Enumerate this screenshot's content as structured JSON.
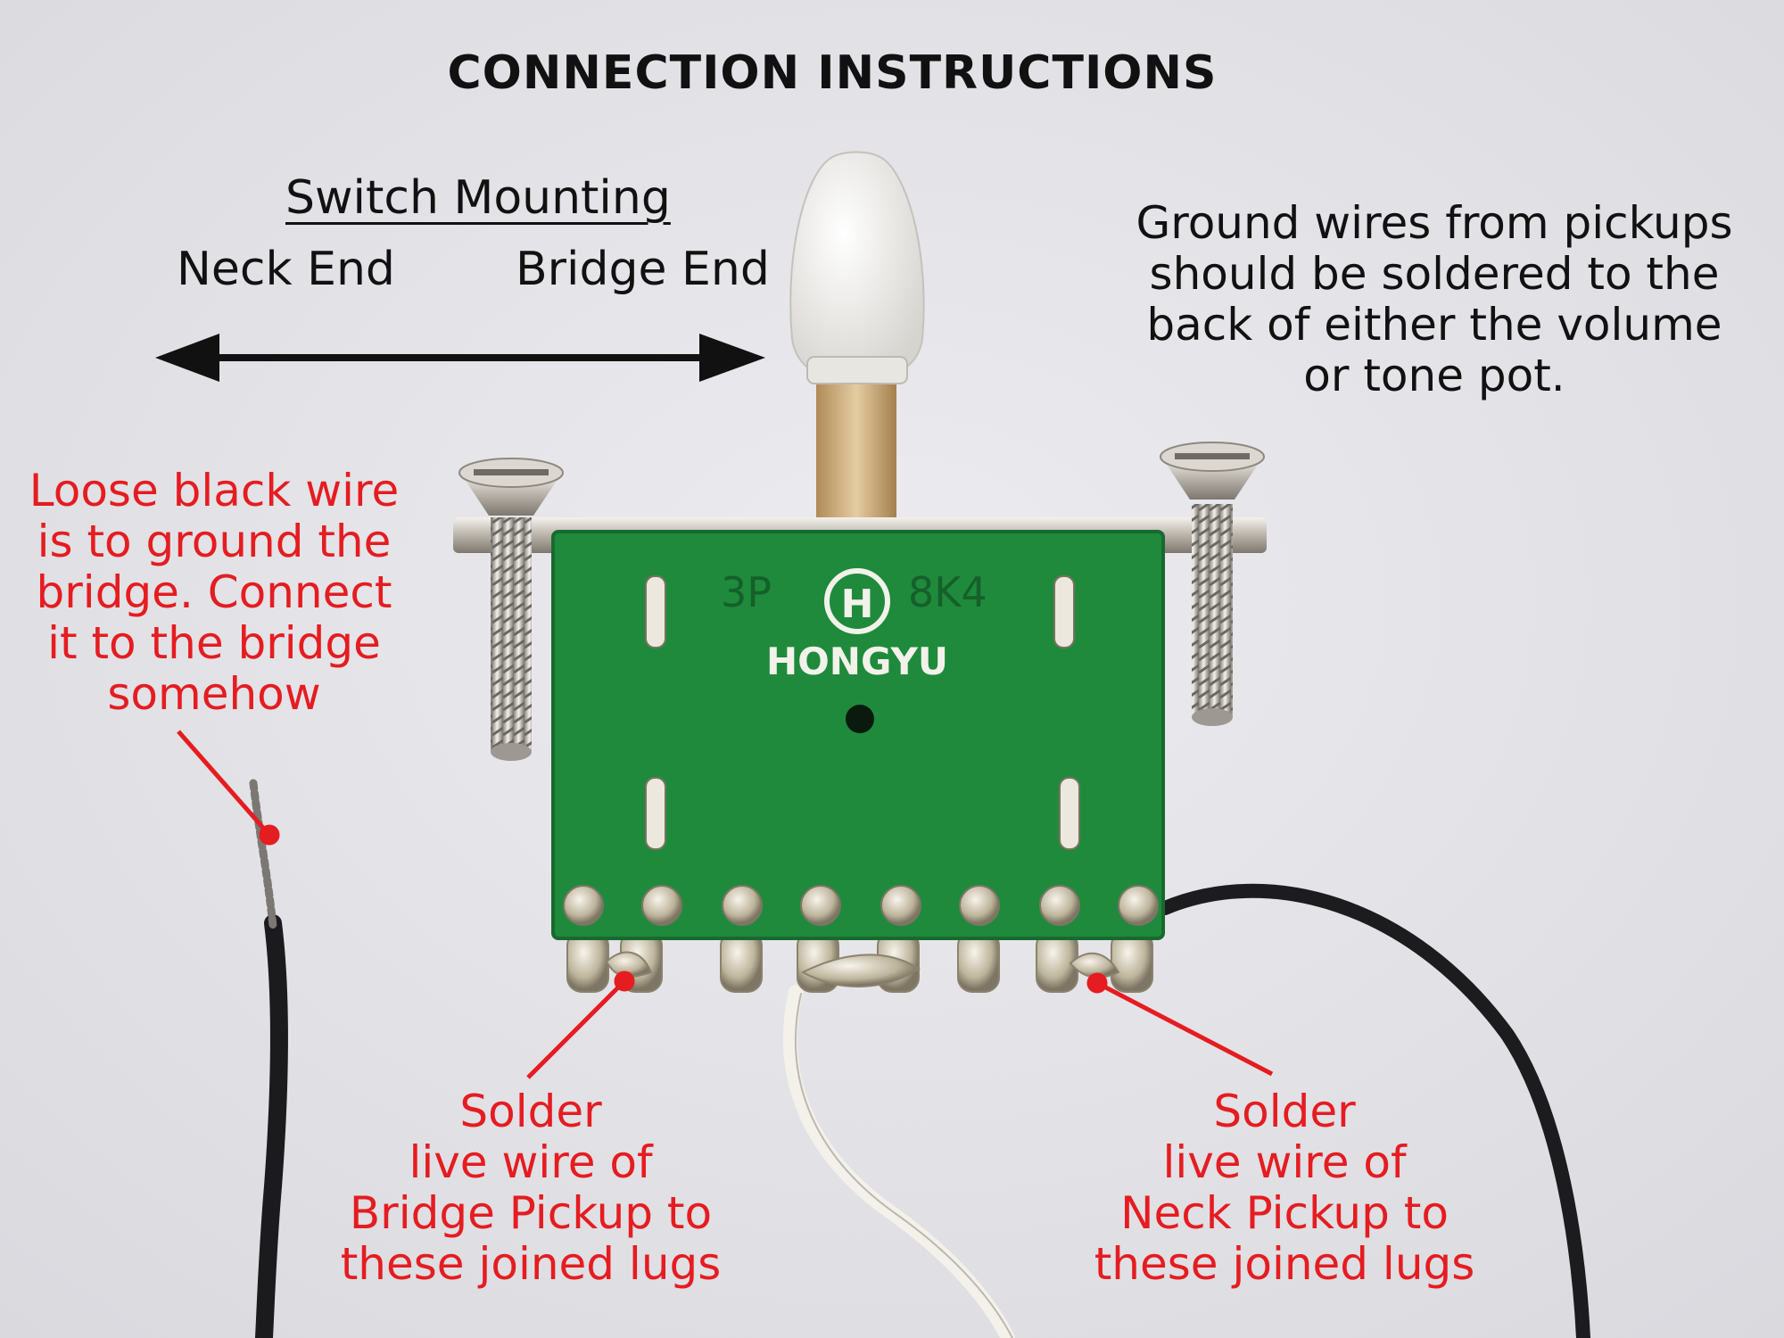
{
  "title": "CONNECTION INSTRUCTIONS",
  "switch_mounting": {
    "heading": "Switch Mounting",
    "left_label": "Neck End",
    "right_label": "Bridge End"
  },
  "ground_note": [
    "Ground wires from pickups",
    "should be soldered to the",
    "back of either the volume",
    "or tone pot."
  ],
  "loose_wire_note": [
    "Loose black wire",
    "is to ground the",
    "bridge. Connect",
    "it to the bridge",
    "somehow"
  ],
  "bridge_pickup_note": [
    "Solder",
    "live wire of",
    "Bridge Pickup to",
    "these joined lugs"
  ],
  "neck_pickup_note": [
    "Solder",
    "live wire of",
    "Neck Pickup to",
    "these joined lugs"
  ],
  "pcb_markings": {
    "left": "3P",
    "logo": "H",
    "right": "8K4",
    "brand": "HONGYU"
  },
  "colors": {
    "annotation_red": "#e51c20",
    "pcb_green": "#1f8a3c",
    "background": "#e2e2e6"
  }
}
